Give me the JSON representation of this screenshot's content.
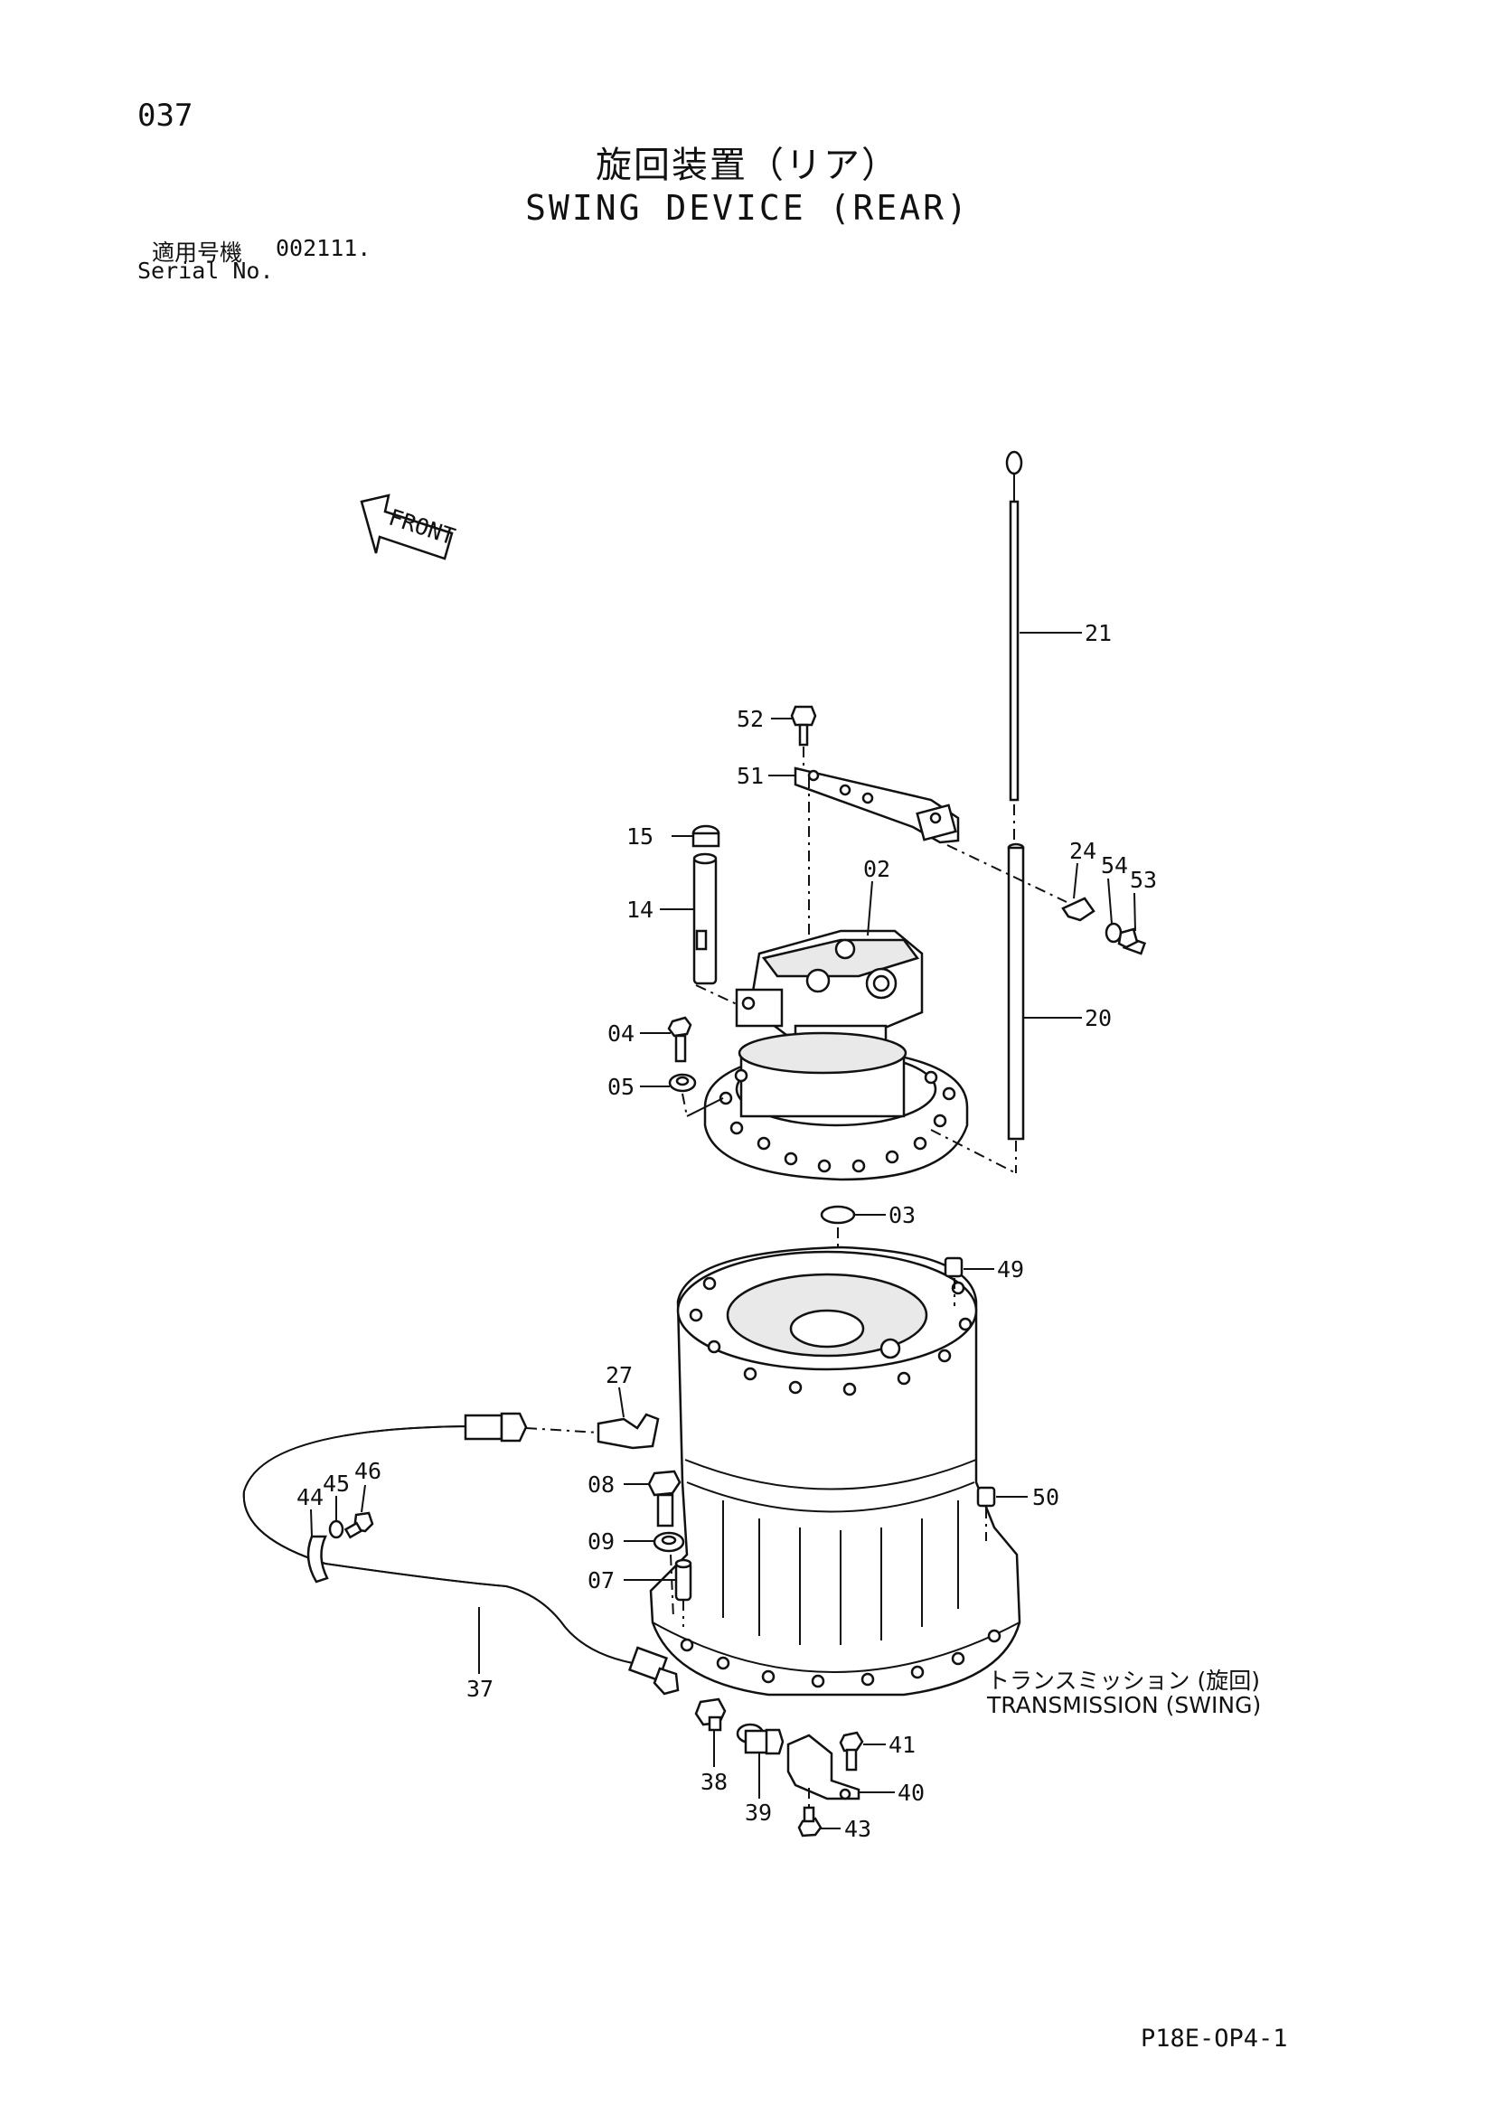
{
  "header": {
    "page_number": "037",
    "title_jp": "旋回装置（リア）",
    "title_en": "SWING DEVICE (REAR)",
    "serial_label_jp": "適用号機",
    "serial_value": "002111.",
    "serial_label_en": "Serial No."
  },
  "front_arrow_label": "FRONT",
  "parts": [
    {
      "id": "p21",
      "label": "21"
    },
    {
      "id": "p52",
      "label": "52"
    },
    {
      "id": "p51",
      "label": "51"
    },
    {
      "id": "p15",
      "label": "15"
    },
    {
      "id": "p02",
      "label": "02"
    },
    {
      "id": "p24",
      "label": "24"
    },
    {
      "id": "p54",
      "label": "54"
    },
    {
      "id": "p53",
      "label": "53"
    },
    {
      "id": "p14",
      "label": "14"
    },
    {
      "id": "p04",
      "label": "04"
    },
    {
      "id": "p20",
      "label": "20"
    },
    {
      "id": "p05",
      "label": "05"
    },
    {
      "id": "p03",
      "label": "03"
    },
    {
      "id": "p49",
      "label": "49"
    },
    {
      "id": "p27",
      "label": "27"
    },
    {
      "id": "p46",
      "label": "46"
    },
    {
      "id": "p45",
      "label": "45"
    },
    {
      "id": "p08",
      "label": "08"
    },
    {
      "id": "p44",
      "label": "44"
    },
    {
      "id": "p50",
      "label": "50"
    },
    {
      "id": "p09",
      "label": "09"
    },
    {
      "id": "p07",
      "label": "07"
    },
    {
      "id": "p37",
      "label": "37"
    },
    {
      "id": "p41",
      "label": "41"
    },
    {
      "id": "p38",
      "label": "38"
    },
    {
      "id": "p40",
      "label": "40"
    },
    {
      "id": "p39",
      "label": "39"
    },
    {
      "id": "p43",
      "label": "43"
    }
  ],
  "transmission_label_jp": "トランスミッション (旋回)",
  "transmission_label_en": "TRANSMISSION (SWING)",
  "footer_code": "P18E-OP4-1"
}
